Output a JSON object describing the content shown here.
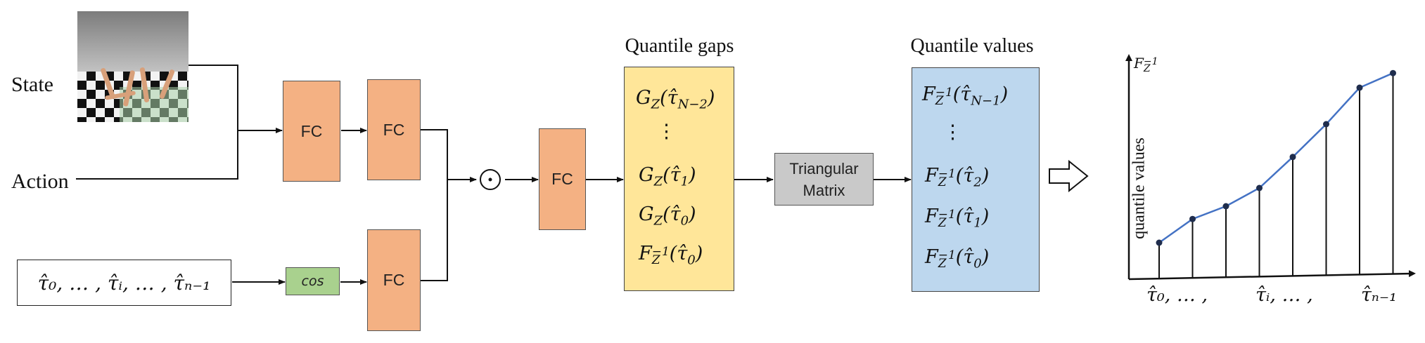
{
  "inputs": {
    "state_label": "State",
    "action_label": "Action",
    "tau_sequence": "τ̂₀, … , τ̂ᵢ, … , τ̂ₙ₋₁"
  },
  "blocks": {
    "fc_label": "FC",
    "cos_label": "cos",
    "hadamard_symbol": "⊙",
    "triangular_line1": "Triangular",
    "triangular_line2": "Matrix"
  },
  "quantile_gaps": {
    "title": "Quantile gaps",
    "rows": [
      "G_Z(τ̂_{N−2})",
      "⋮",
      "G_Z(τ̂_1)",
      "G_Z(τ̂_0)",
      "F_Z^{-1}(τ̂_0)"
    ]
  },
  "quantile_values": {
    "title": "Quantile values",
    "rows": [
      "F_Z^{-1}(τ̂_{N−1})",
      "⋮",
      "F_Z^{-1}(τ̂_2)",
      "F_Z^{-1}(τ̂_1)",
      "F_Z^{-1}(τ̂_0)"
    ]
  },
  "arrow_symbol": "⇨",
  "chart": {
    "ylabel": "quantile values",
    "ytop_label": "F_Z^{-1}",
    "x_tick_labels": [
      "τ̂₀, … ,",
      "τ̂ᵢ, … ,",
      "τ̂ₙ₋₁"
    ]
  },
  "colors": {
    "fc_fill": "#F4B183",
    "cos_fill": "#A9D18E",
    "gaps_fill": "#FFE699",
    "values_fill": "#BDD7EE",
    "triangular_fill": "#C9C9C9",
    "curve_color": "#4472C4"
  },
  "chart_data": {
    "type": "line",
    "x": [
      0,
      1,
      2,
      3,
      4,
      5,
      6,
      7
    ],
    "values": [
      0.2,
      0.33,
      0.4,
      0.5,
      0.67,
      0.85,
      1.05,
      1.13
    ],
    "ylabel": "quantile values",
    "xlabel": ""
  }
}
